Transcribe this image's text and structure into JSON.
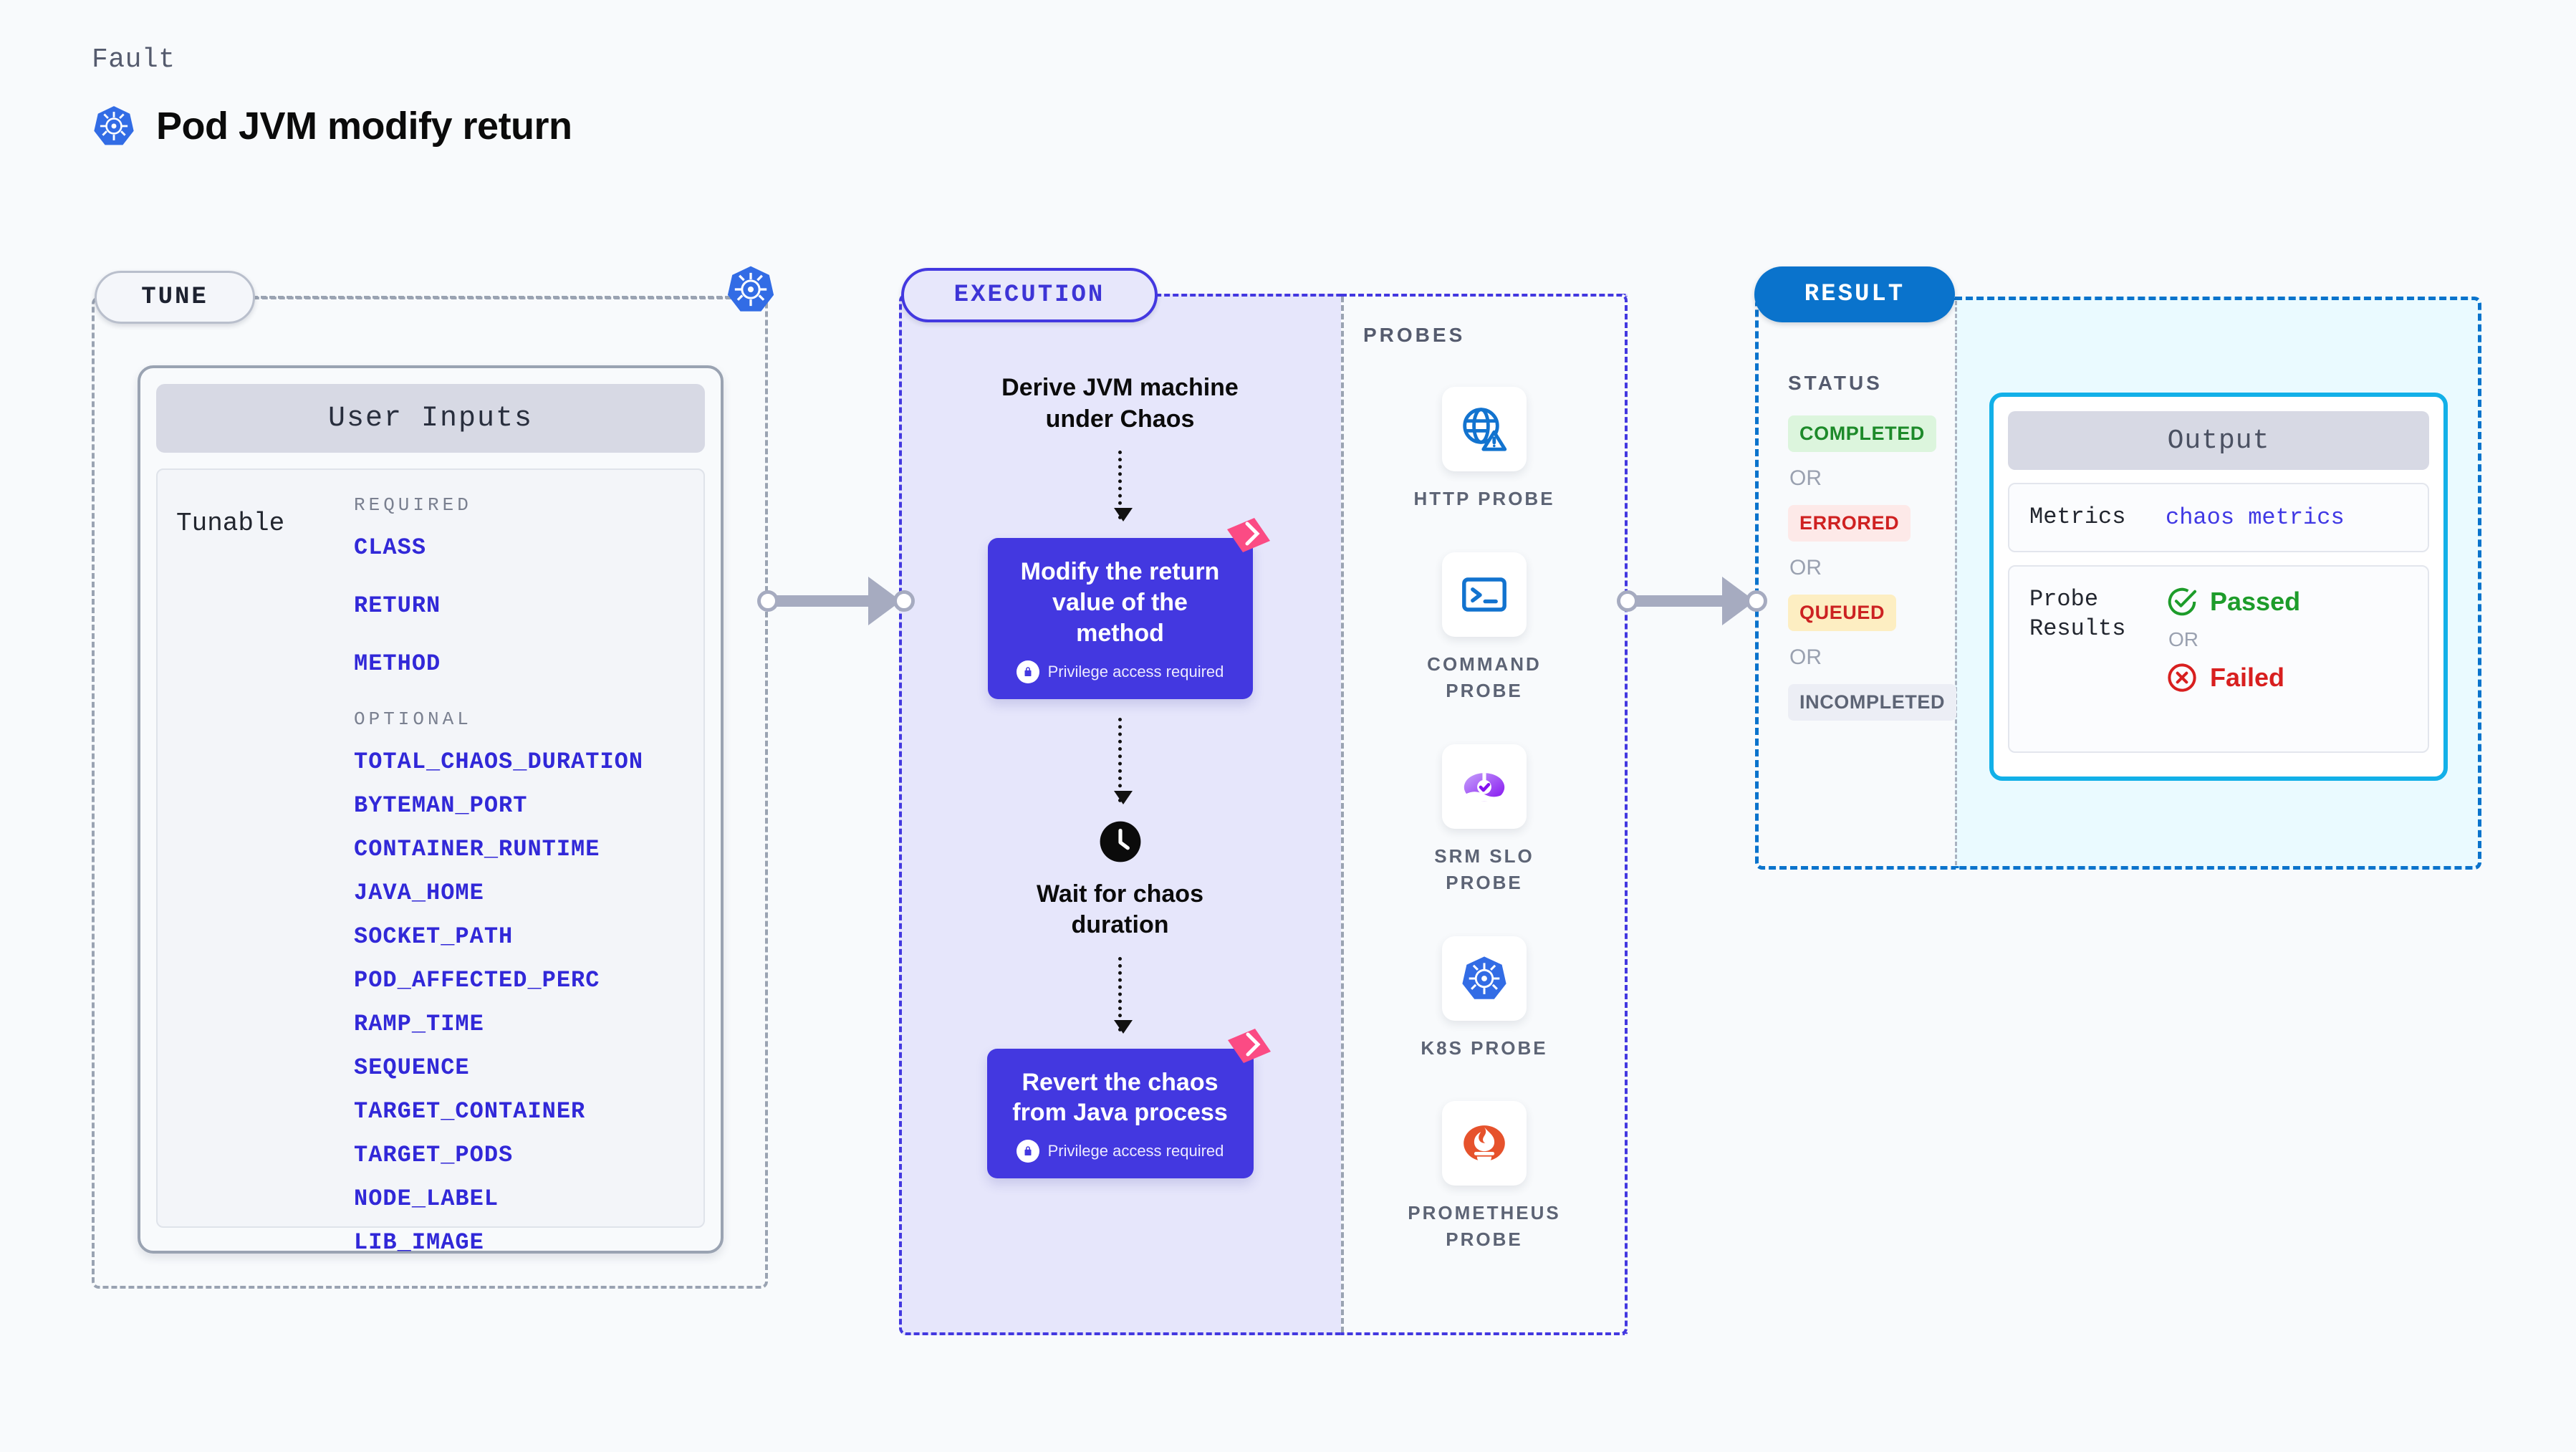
{
  "header": {
    "kicker": "Fault",
    "title": "Pod JVM modify return",
    "icon": "kubernetes-icon"
  },
  "stages": {
    "tune": "TUNE",
    "execution": "EXECUTION",
    "result": "RESULT"
  },
  "tune": {
    "card_title": "User Inputs",
    "tunable_label": "Tunable",
    "required_title": "REQUIRED",
    "required": [
      "CLASS",
      "RETURN",
      "METHOD"
    ],
    "optional_title": "OPTIONAL",
    "optional": [
      "TOTAL_CHAOS_DURATION",
      "BYTEMAN_PORT",
      "CONTAINER_RUNTIME",
      "JAVA_HOME",
      "SOCKET_PATH",
      "POD_AFFECTED_PERC",
      "RAMP_TIME",
      "SEQUENCE",
      "TARGET_CONTAINER",
      "TARGET_PODS",
      "NODE_LABEL",
      "LIB_IMAGE"
    ]
  },
  "execution": {
    "step1_text": "Derive JVM machine\nunder Chaos",
    "step2_title": "Modify the return\nvalue of the method",
    "step2_note": "Privilege access required",
    "step3_text": "Wait for chaos\nduration",
    "step3_icon": "clock-icon",
    "step4_title": "Revert the chaos\nfrom Java process",
    "step4_note": "Privilege access required"
  },
  "probes": {
    "title": "PROBES",
    "items": [
      {
        "label": "HTTP PROBE",
        "icon": "globe-warning-icon"
      },
      {
        "label": "COMMAND\nPROBE",
        "icon": "terminal-icon"
      },
      {
        "label": "SRM SLO\nPROBE",
        "icon": "srm-slo-icon"
      },
      {
        "label": "K8S PROBE",
        "icon": "kubernetes-icon"
      },
      {
        "label": "PROMETHEUS\nPROBE",
        "icon": "prometheus-icon"
      }
    ]
  },
  "result": {
    "status_title": "STATUS",
    "or_1": "OR",
    "or_2": "OR",
    "or_3": "OR",
    "badges": [
      {
        "label": "COMPLETED",
        "bg": "#dcf5dd",
        "fg": "#1d8a2a"
      },
      {
        "label": "ERRORED",
        "bg": "#fde9e8",
        "fg": "#cf2121"
      },
      {
        "label": "QUEUED",
        "bg": "#fdeec2",
        "fg": "#cc2222"
      },
      {
        "label": "INCOMPLETED",
        "bg": "#eceef5",
        "fg": "#5d6475"
      }
    ]
  },
  "output": {
    "card_title": "Output",
    "metrics_key": "Metrics",
    "metrics_value": "chaos metrics",
    "probe_key": "Probe\nResults",
    "passed_label": "Passed",
    "passed_icon": "check-circle-icon",
    "or_label": "OR",
    "failed_label": "Failed",
    "failed_icon": "x-circle-icon"
  },
  "colors": {
    "brand_purple": "#4338e0",
    "brand_blue": "#0a73cc",
    "param_blue": "#3128d8",
    "accent_cyan": "#12b0e8",
    "pass_green": "#1d9c2a",
    "fail_red": "#d81f1f",
    "litmus_pink": "#fb4b84",
    "background": "#f8fafc"
  }
}
